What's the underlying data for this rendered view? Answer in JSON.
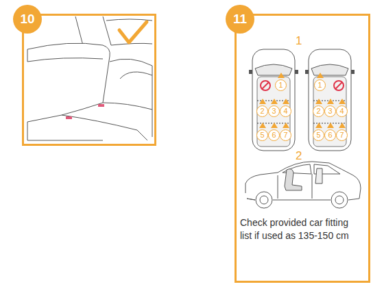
{
  "diagram": {
    "nodes": [
      {
        "text": [
          "10"
        ]
      },
      {
        "text": [
          "11"
        ]
      }
    ],
    "labels": [
      "1",
      "1",
      "2",
      "3",
      "4",
      "5",
      "6",
      "7",
      "1",
      "2",
      "3",
      "4",
      "5",
      "6",
      "7",
      "2",
      "Check provided car fitting list if used as 135-150 cm"
    ]
  }
}
